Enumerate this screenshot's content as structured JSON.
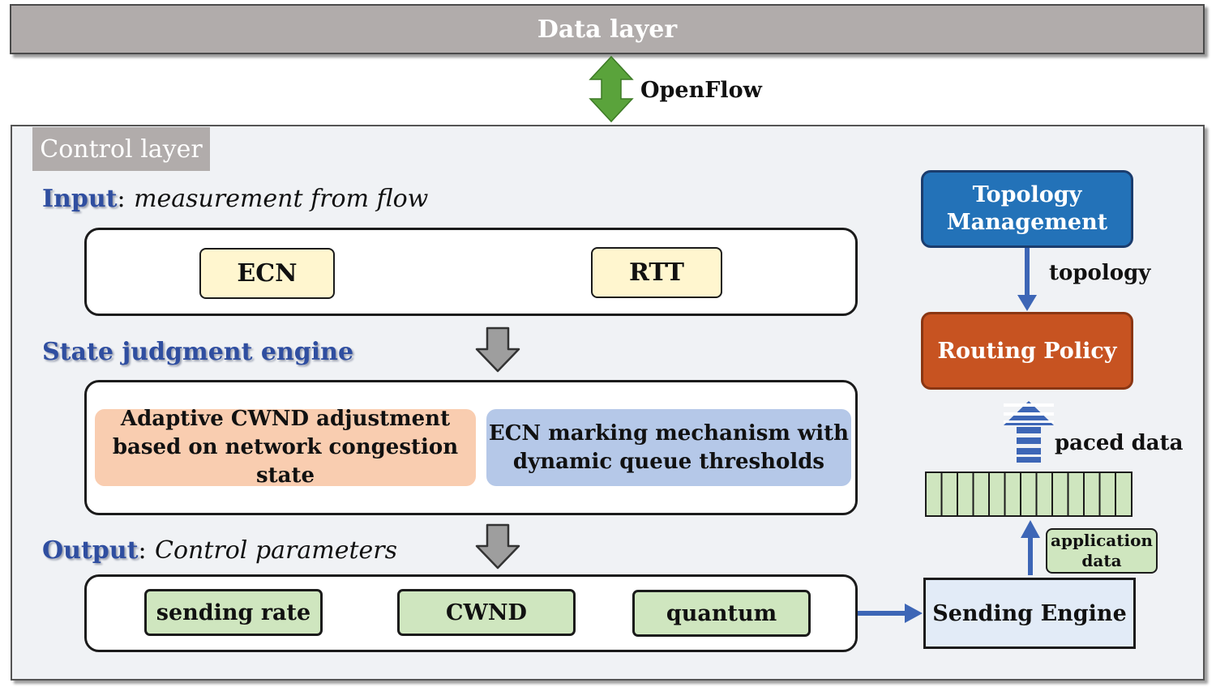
{
  "data_layer": {
    "label": "Data layer"
  },
  "openflow": {
    "label": "OpenFlow"
  },
  "control_layer": {
    "label": "Control layer"
  },
  "input": {
    "heading": "Input",
    "colon": ":",
    "subheading": "measurement from flow",
    "items": [
      "ECN",
      "RTT"
    ]
  },
  "state_engine": {
    "heading": "State judgment engine",
    "left_box": [
      "Adaptive CWND adjustment",
      "based on network congestion state"
    ],
    "right_box": [
      "ECN marking mechanism with",
      "dynamic queue thresholds"
    ]
  },
  "output": {
    "heading": "Output",
    "colon": ":",
    "subheading": "Control parameters",
    "items": [
      "sending rate",
      "CWND",
      "quantum"
    ]
  },
  "right_side": {
    "topology_management": [
      "Topology",
      "Management"
    ],
    "topology_label": "topology",
    "routing_policy": "Routing Policy",
    "paced_data_label": "paced data",
    "application_data": [
      "application",
      "data"
    ],
    "sending_engine": "Sending Engine"
  },
  "colors": {
    "data_layer": "#b1acab",
    "heading_blue": "#2f4ea0",
    "input_box": "#fff6cf",
    "orange_box": "#f9cdb0",
    "blue_box": "#b5c8e8",
    "output_box": "#cfe6bf",
    "topology": "#2372b8",
    "routing": "#c75321",
    "sending_engine": "#e2ebf7",
    "openflow_arrow": "#5aa33b",
    "flow_arrow": "#3d66b6"
  }
}
